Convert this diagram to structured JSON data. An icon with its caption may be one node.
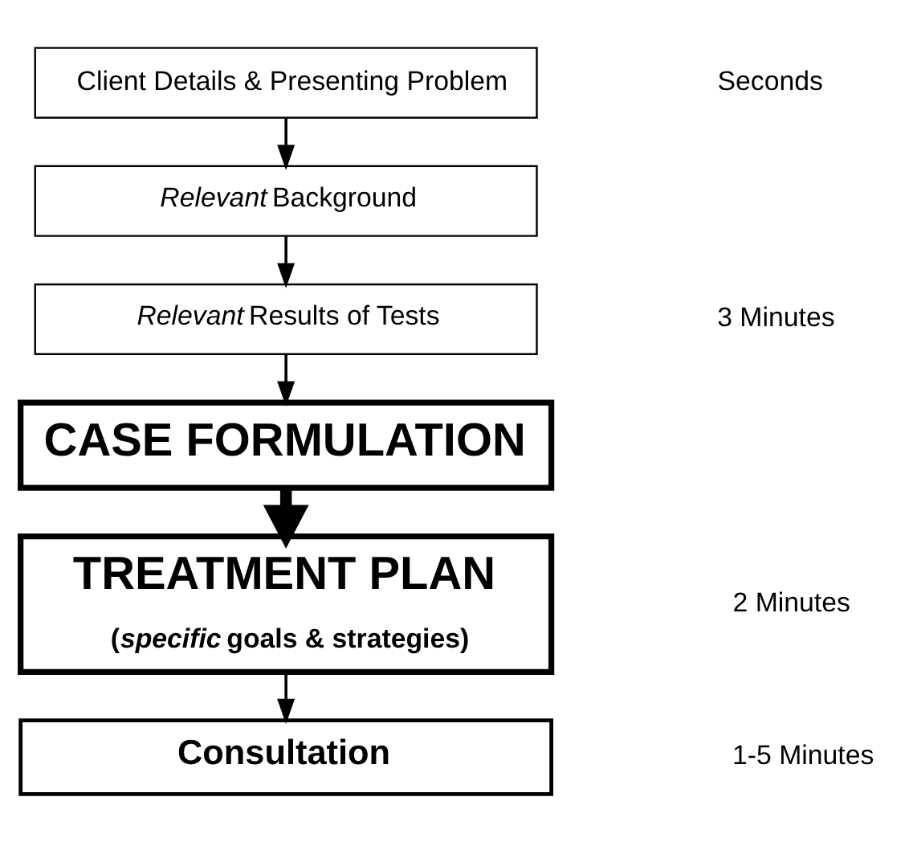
{
  "diagram": {
    "nodes": [
      {
        "text": [
          "Client Details & Presenting Problem"
        ]
      },
      {
        "text": [
          "*Relevant* Background"
        ]
      },
      {
        "text": [
          "*Relevant* Results of Tests"
        ]
      },
      {
        "text": [
          "CASE FORMULATION"
        ]
      },
      {
        "text": [
          "TREATMENT PLAN",
          "(*specific* goals & strategies)"
        ]
      },
      {
        "text": [
          "Consultation"
        ]
      }
    ],
    "edges": [
      {
        "from": 0,
        "to": 1,
        "arrow": "to"
      },
      {
        "from": 1,
        "to": 2,
        "arrow": "to"
      },
      {
        "from": 2,
        "to": 3,
        "arrow": "to"
      },
      {
        "from": 3,
        "to": 4,
        "arrow": "to",
        "style": "thick"
      },
      {
        "from": 4,
        "to": 5,
        "arrow": "to"
      }
    ],
    "labels": [
      "Seconds",
      "3 Minutes",
      "2 Minutes",
      "1-5 Minutes"
    ]
  }
}
